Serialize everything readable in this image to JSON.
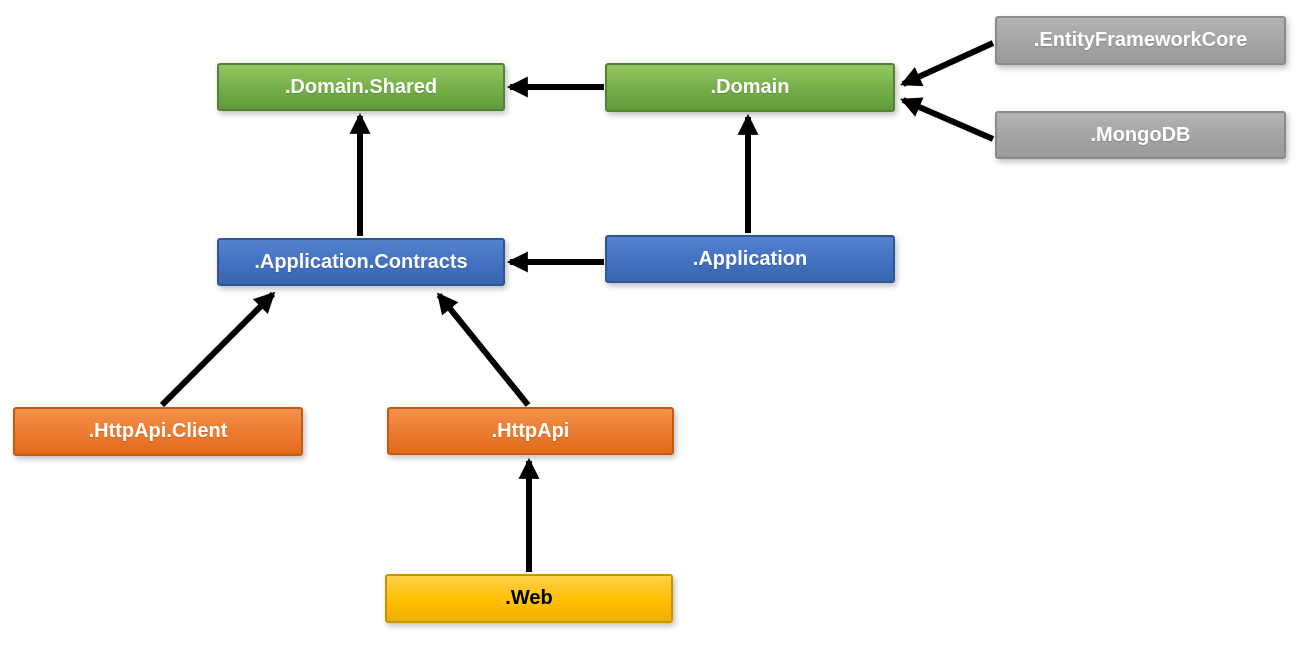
{
  "diagram": {
    "type": "module-dependency-diagram",
    "background": "#ffffff",
    "nodes": [
      {
        "id": "domain-shared",
        "label": ".Domain.Shared",
        "color": "green"
      },
      {
        "id": "domain",
        "label": ".Domain",
        "color": "green"
      },
      {
        "id": "entity-framework-core",
        "label": ".EntityFrameworkCore",
        "color": "gray"
      },
      {
        "id": "mongodb",
        "label": ".MongoDB",
        "color": "gray"
      },
      {
        "id": "application-contracts",
        "label": ".Application.Contracts",
        "color": "blue"
      },
      {
        "id": "application",
        "label": ".Application",
        "color": "blue"
      },
      {
        "id": "httpapi-client",
        "label": ".HttpApi.Client",
        "color": "orange"
      },
      {
        "id": "httpapi",
        "label": ".HttpApi",
        "color": "orange"
      },
      {
        "id": "web",
        "label": ".Web",
        "color": "gold"
      }
    ],
    "edges": [
      {
        "from": ".Domain",
        "to": ".Domain.Shared"
      },
      {
        "from": ".Application.Contracts",
        "to": ".Domain.Shared"
      },
      {
        "from": ".Application",
        "to": ".Domain"
      },
      {
        "from": ".EntityFrameworkCore",
        "to": ".Domain"
      },
      {
        "from": ".MongoDB",
        "to": ".Domain"
      },
      {
        "from": ".Application",
        "to": ".Application.Contracts"
      },
      {
        "from": ".HttpApi.Client",
        "to": ".Application.Contracts"
      },
      {
        "from": ".HttpApi",
        "to": ".Application.Contracts"
      },
      {
        "from": ".Web",
        "to": ".HttpApi"
      }
    ],
    "colors": {
      "green": "#70ad47",
      "blue": "#4472c4",
      "gray": "#a5a5a5",
      "orange": "#ed7d31",
      "gold": "#ffc000",
      "arrow": "#000000"
    }
  }
}
